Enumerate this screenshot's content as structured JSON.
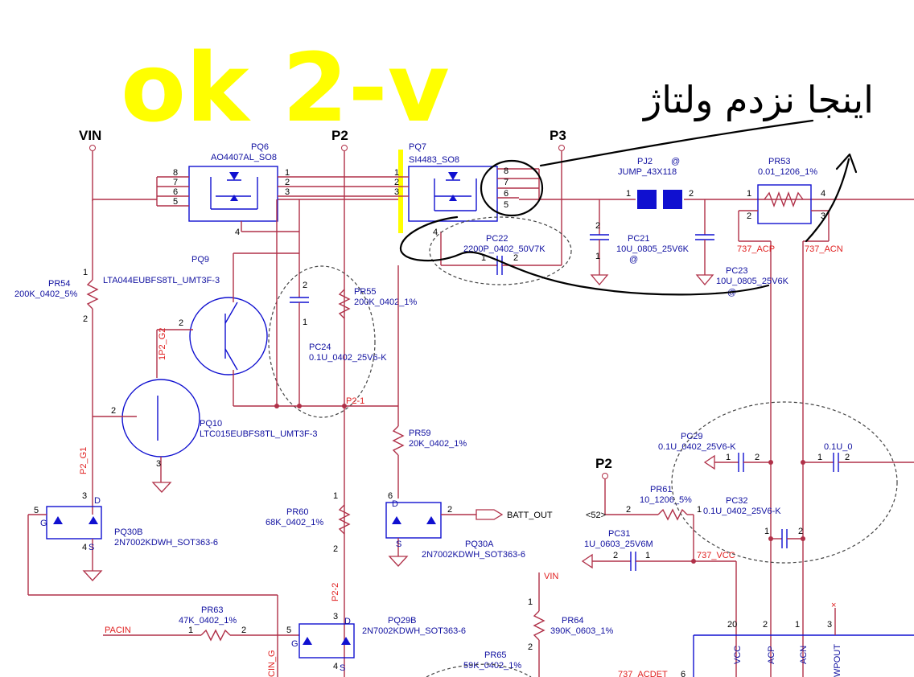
{
  "annotations": {
    "yellow_note": "ok 2-v",
    "handwritten_note": "اينجا نزدم ولتاژ"
  },
  "rails": {
    "vin": "VIN",
    "p2": "P2",
    "p3": "P3",
    "p2_lower": "P2"
  },
  "nets": {
    "p2_1": "P2-1",
    "p2_2": "P2-2",
    "p2_g1": "P2_G1",
    "p2_g2": "1P2_G2",
    "acp": "737_ACP",
    "acn": "737_ACN",
    "vcc": "737_VCC",
    "vin_tap": "VIN",
    "pacin": "PACIN",
    "batt_out": "BATT_OUT",
    "ref_52": "<52>",
    "acdet": "737_ACDET",
    "cin_g": "CIN_G"
  },
  "components": {
    "pq6": {
      "ref": "PQ6",
      "value": "AO4407AL_SO8"
    },
    "pq7": {
      "ref": "PQ7",
      "value": "SI4483_SO8"
    },
    "pj2": {
      "ref": "PJ2",
      "value": "JUMP_43X118",
      "mark": "@"
    },
    "pr53": {
      "ref": "PR53",
      "value": "0.01_1206_1%"
    },
    "pq9": {
      "ref": "PQ9",
      "value": "LTA044EUBFS8TL_UMT3F-3"
    },
    "pr54": {
      "ref": "PR54",
      "value": "200K_0402_5%"
    },
    "pr55": {
      "ref": "PR55",
      "value": "200K_0402_1%"
    },
    "pc24": {
      "ref": "PC24",
      "value": "0.1U_0402_25V6-K"
    },
    "pc22": {
      "ref": "PC22",
      "value": "2200P_0402_50V7K"
    },
    "pc21": {
      "ref": "PC21",
      "value": "10U_0805_25V6K",
      "mark": "@"
    },
    "pc23": {
      "ref": "PC23",
      "value": "10U_0805_25V6K",
      "mark": "@"
    },
    "pq10": {
      "ref": "PQ10",
      "value": "LTC015EUBFS8TL_UMT3F-3"
    },
    "pr59": {
      "ref": "PR59",
      "value": "20K_0402_1%"
    },
    "pq30b": {
      "ref": "PQ30B",
      "value": "2N7002KDWH_SOT363-6"
    },
    "pq30a": {
      "ref": "PQ30A",
      "value": "2N7002KDWH_SOT363-6"
    },
    "pr60": {
      "ref": "PR60",
      "value": "68K_0402_1%"
    },
    "pc29": {
      "ref": "PC29",
      "value": "0.1U_0402_25V6-K"
    },
    "pc29b": {
      "value": "0.1U_0"
    },
    "pc32": {
      "ref": "PC32",
      "value": "0.1U_0402_25V6-K"
    },
    "pr61": {
      "ref": "PR61",
      "value": "10_1206_5%"
    },
    "pc31": {
      "ref": "PC31",
      "value": "1U_0603_25V6M"
    },
    "pr63": {
      "ref": "PR63",
      "value": "47K_0402_1%"
    },
    "pq29b": {
      "ref": "PQ29B",
      "value": "2N7002KDWH_SOT363-6"
    },
    "pr64": {
      "ref": "PR64",
      "value": "390K_0603_1%"
    },
    "pr65": {
      "ref": "PR65",
      "value": "59K_0402_1%"
    }
  },
  "ic_pins": [
    "VCC",
    "ACP",
    "ACN",
    "WPOUT"
  ],
  "ic_pin_numbers": [
    "20",
    "2",
    "1",
    "3"
  ],
  "pin_numbers": {
    "pq6_left": [
      "8",
      "7",
      "6",
      "5"
    ],
    "pq6_right": [
      "1",
      "2",
      "3"
    ],
    "pq6_gate": "4",
    "pq7_left": [
      "1",
      "2",
      "3"
    ],
    "pq7_right": [
      "8",
      "7",
      "6",
      "5"
    ],
    "pq7_gate": "4",
    "pj2": [
      "1",
      "2"
    ],
    "pr53": [
      "1",
      "4",
      "2",
      "3"
    ],
    "two": "2",
    "one": "1",
    "three": "3",
    "four": "4",
    "five": "5",
    "six": "6",
    "d": "D",
    "s": "S",
    "g": "G"
  }
}
